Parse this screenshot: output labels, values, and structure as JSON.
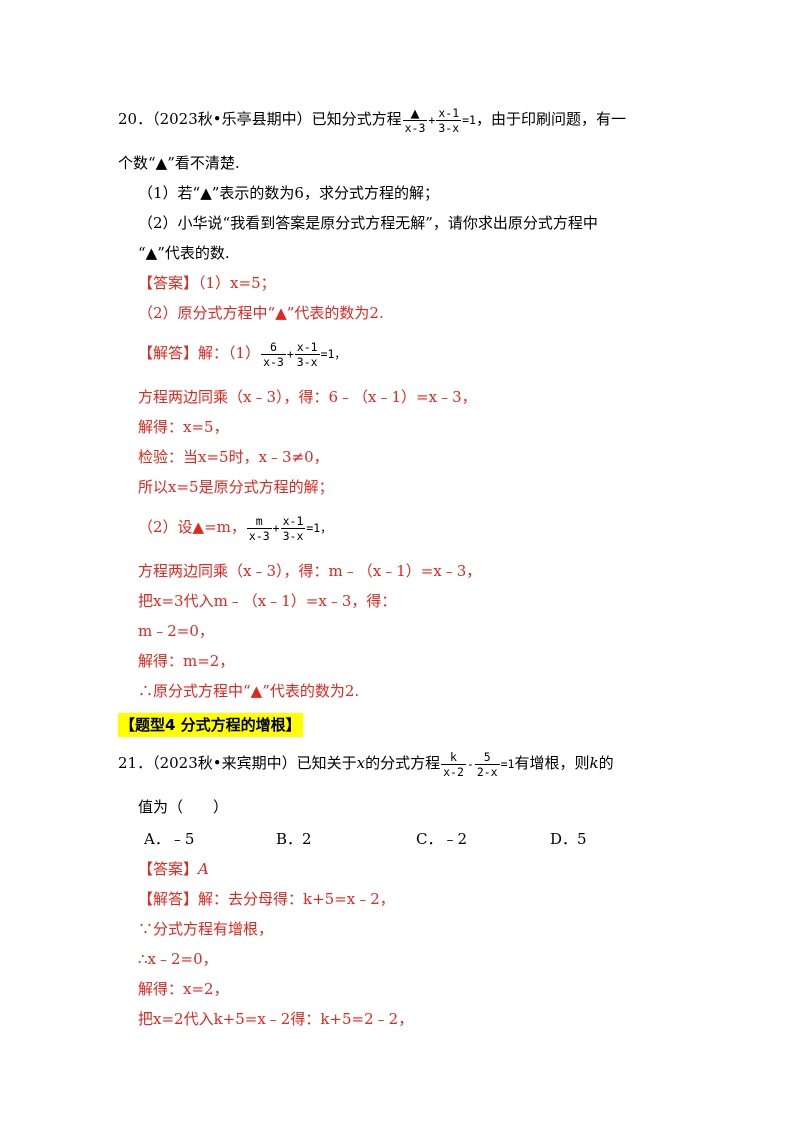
{
  "q20": {
    "number": "20．",
    "source": "（2023秋•乐亭县期中）已知分式方程",
    "frac1_num": "▲",
    "frac1_den": "x-3",
    "op_plus": "+",
    "frac2_num": "x-1",
    "frac2_den": "3-x",
    "eq_one": "=1",
    "stem_tail": "，由于印刷问题，有一",
    "stem_line2": "个数“▲”看不清楚.",
    "part1": "（1）若“▲”表示的数为6，求分式方程的解；",
    "part2_line1": "（2）小华说“我看到答案是原分式方程无解”，请你求出原分式方程中",
    "part2_line2": "“▲”代表的数.",
    "answer_tag": "【答案】",
    "answer1": "（1）x=5；",
    "answer2": "（2）原分式方程中“▲”代表的数为2.",
    "analysis_tag": "【解答】",
    "analysis_intro": "解：（1）",
    "sol1_frac1_num": "6",
    "sol1_frac1_den": "x-3",
    "sol1_frac2_num": "x-1",
    "sol1_frac2_den": "3-x",
    "sol1_tail": "=1，",
    "s1": "方程两边同乘（x﹣3），得：6﹣（x﹣1）=x﹣3，",
    "s2": "解得：x=5，",
    "s3": "检验：当x=5时，x﹣3≠0，",
    "s4": "所以x=5是原分式方程的解；",
    "s5_intro": "（2）设▲=m，",
    "sol2_frac1_num": "m",
    "sol2_frac1_den": "x-3",
    "sol2_frac2_num": "x-1",
    "sol2_frac2_den": "3-x",
    "sol2_tail": "=1，",
    "s6": "方程两边同乘（x﹣3），得：m﹣（x﹣1）=x﹣3，",
    "s7": "把x=3代入m﹣（x﹣1）=x﹣3，得：",
    "s8": "m﹣2=0，",
    "s9": "解得：m=2，",
    "s10": "∴原分式方程中“▲”代表的数为2."
  },
  "section_heading": "【题型4  分式方程的增根】",
  "q21": {
    "number": "21．",
    "source": "（2023秋•来宾期中）已知关于",
    "var_x": "x",
    "mid": "的分式方程",
    "frac1_num": "k",
    "frac1_den": "x-2",
    "op_minus": "-",
    "frac2_num": "5",
    "frac2_den": "2-x",
    "eq_one": "=1",
    "tail": "有增根，则",
    "var_k": "k",
    "tail2": "的",
    "line2": "值为（　　）",
    "options": [
      "A．﹣5",
      "B．2",
      "C．﹣2",
      "D．5"
    ],
    "answer_tag": "【答案】",
    "answer": "A",
    "analysis_tag": "【解答】",
    "t1": "解：去分母得：k+5=x﹣2，",
    "t2": "∵分式方程有增根，",
    "t3": "∴x﹣2=0，",
    "t4": "解得：x=2，",
    "t5": "把x=2代入k+5=x﹣2得：k+5=2﹣2，"
  }
}
